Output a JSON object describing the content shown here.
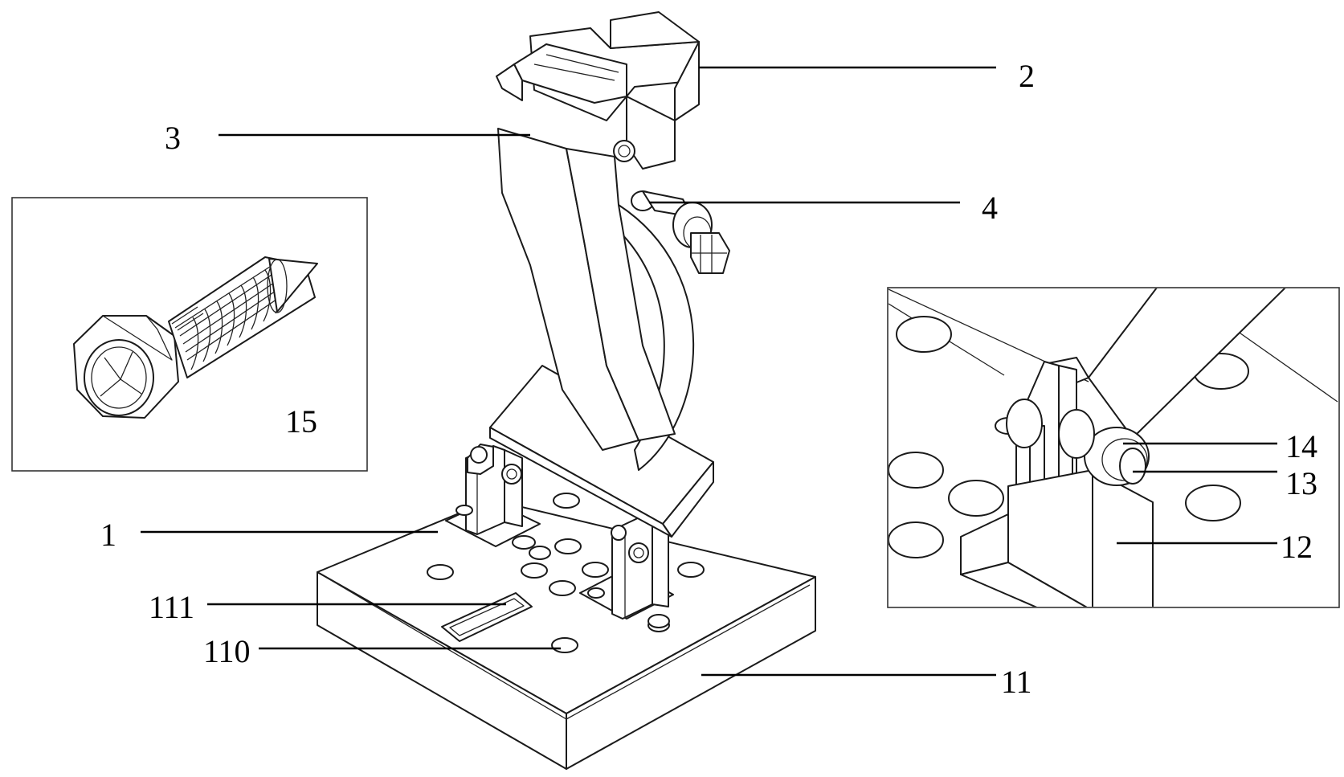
{
  "labels": {
    "part_1": "1",
    "part_2": "2",
    "part_3": "3",
    "part_4": "4",
    "part_11": "11",
    "part_12": "12",
    "part_13": "13",
    "part_14": "14",
    "part_15": "15",
    "part_110": "110",
    "part_111": "111"
  }
}
